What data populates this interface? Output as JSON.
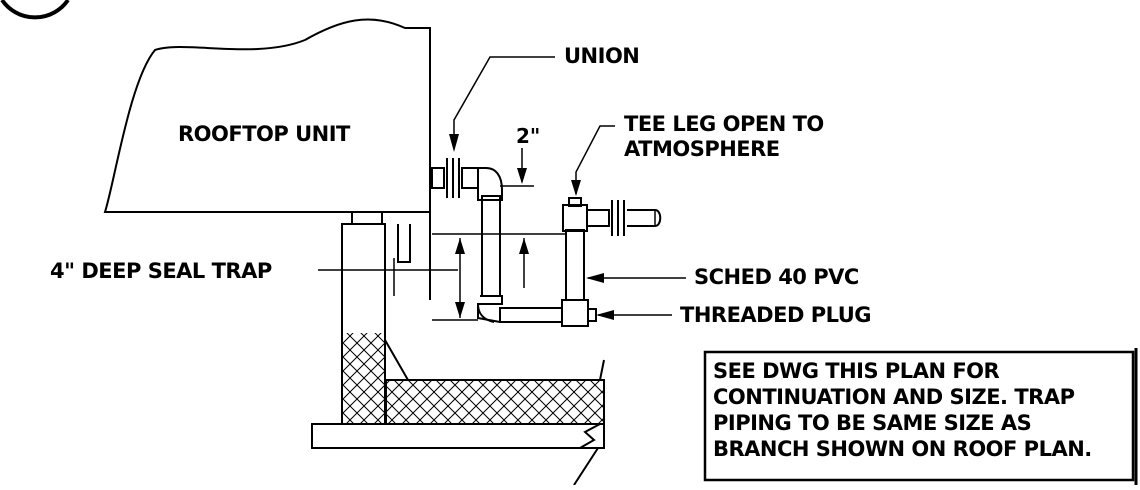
{
  "labels": {
    "rooftop_unit": "ROOFTOP UNIT",
    "union": "UNION",
    "dim_2in": "2\"",
    "tee_leg_line1": "TEE LEG OPEN TO",
    "tee_leg_line2": "ATMOSPHERE",
    "deep_seal_trap": "4\" DEEP SEAL TRAP",
    "sched_40_pvc": "SCHED 40 PVC",
    "threaded_plug": "THREADED PLUG"
  },
  "note": {
    "lines": [
      "SEE DWG THIS PLAN FOR",
      "CONTINUATION AND SIZE. TRAP",
      "PIPING TO BE SAME SIZE AS",
      "BRANCH SHOWN ON ROOF PLAN."
    ]
  }
}
